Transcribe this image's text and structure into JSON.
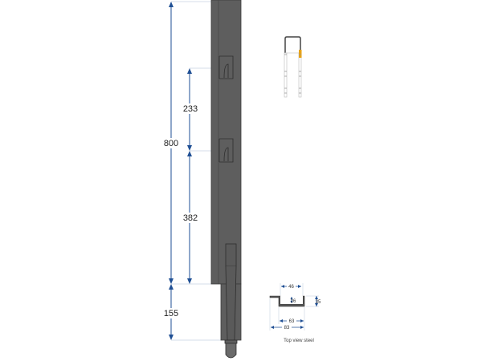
{
  "drawing": {
    "type": "technical-drawing",
    "colors": {
      "steel": "#5e5e5e",
      "steel_edge": "#3a3a3a",
      "dimension_line": "#1f4f94",
      "extension_line": "#c9d2e3",
      "highlight": "#e8a317"
    },
    "dimensions": {
      "overall_height": "800",
      "upper_spacing": "233",
      "lower_spacing": "382",
      "bottom_section": "155"
    },
    "section": {
      "caption": "Top view steel",
      "width_inner_top": "46",
      "depth_inner": "26",
      "depth_outer": "35",
      "width_inner_bottom": "63",
      "width_overall": "83"
    }
  }
}
